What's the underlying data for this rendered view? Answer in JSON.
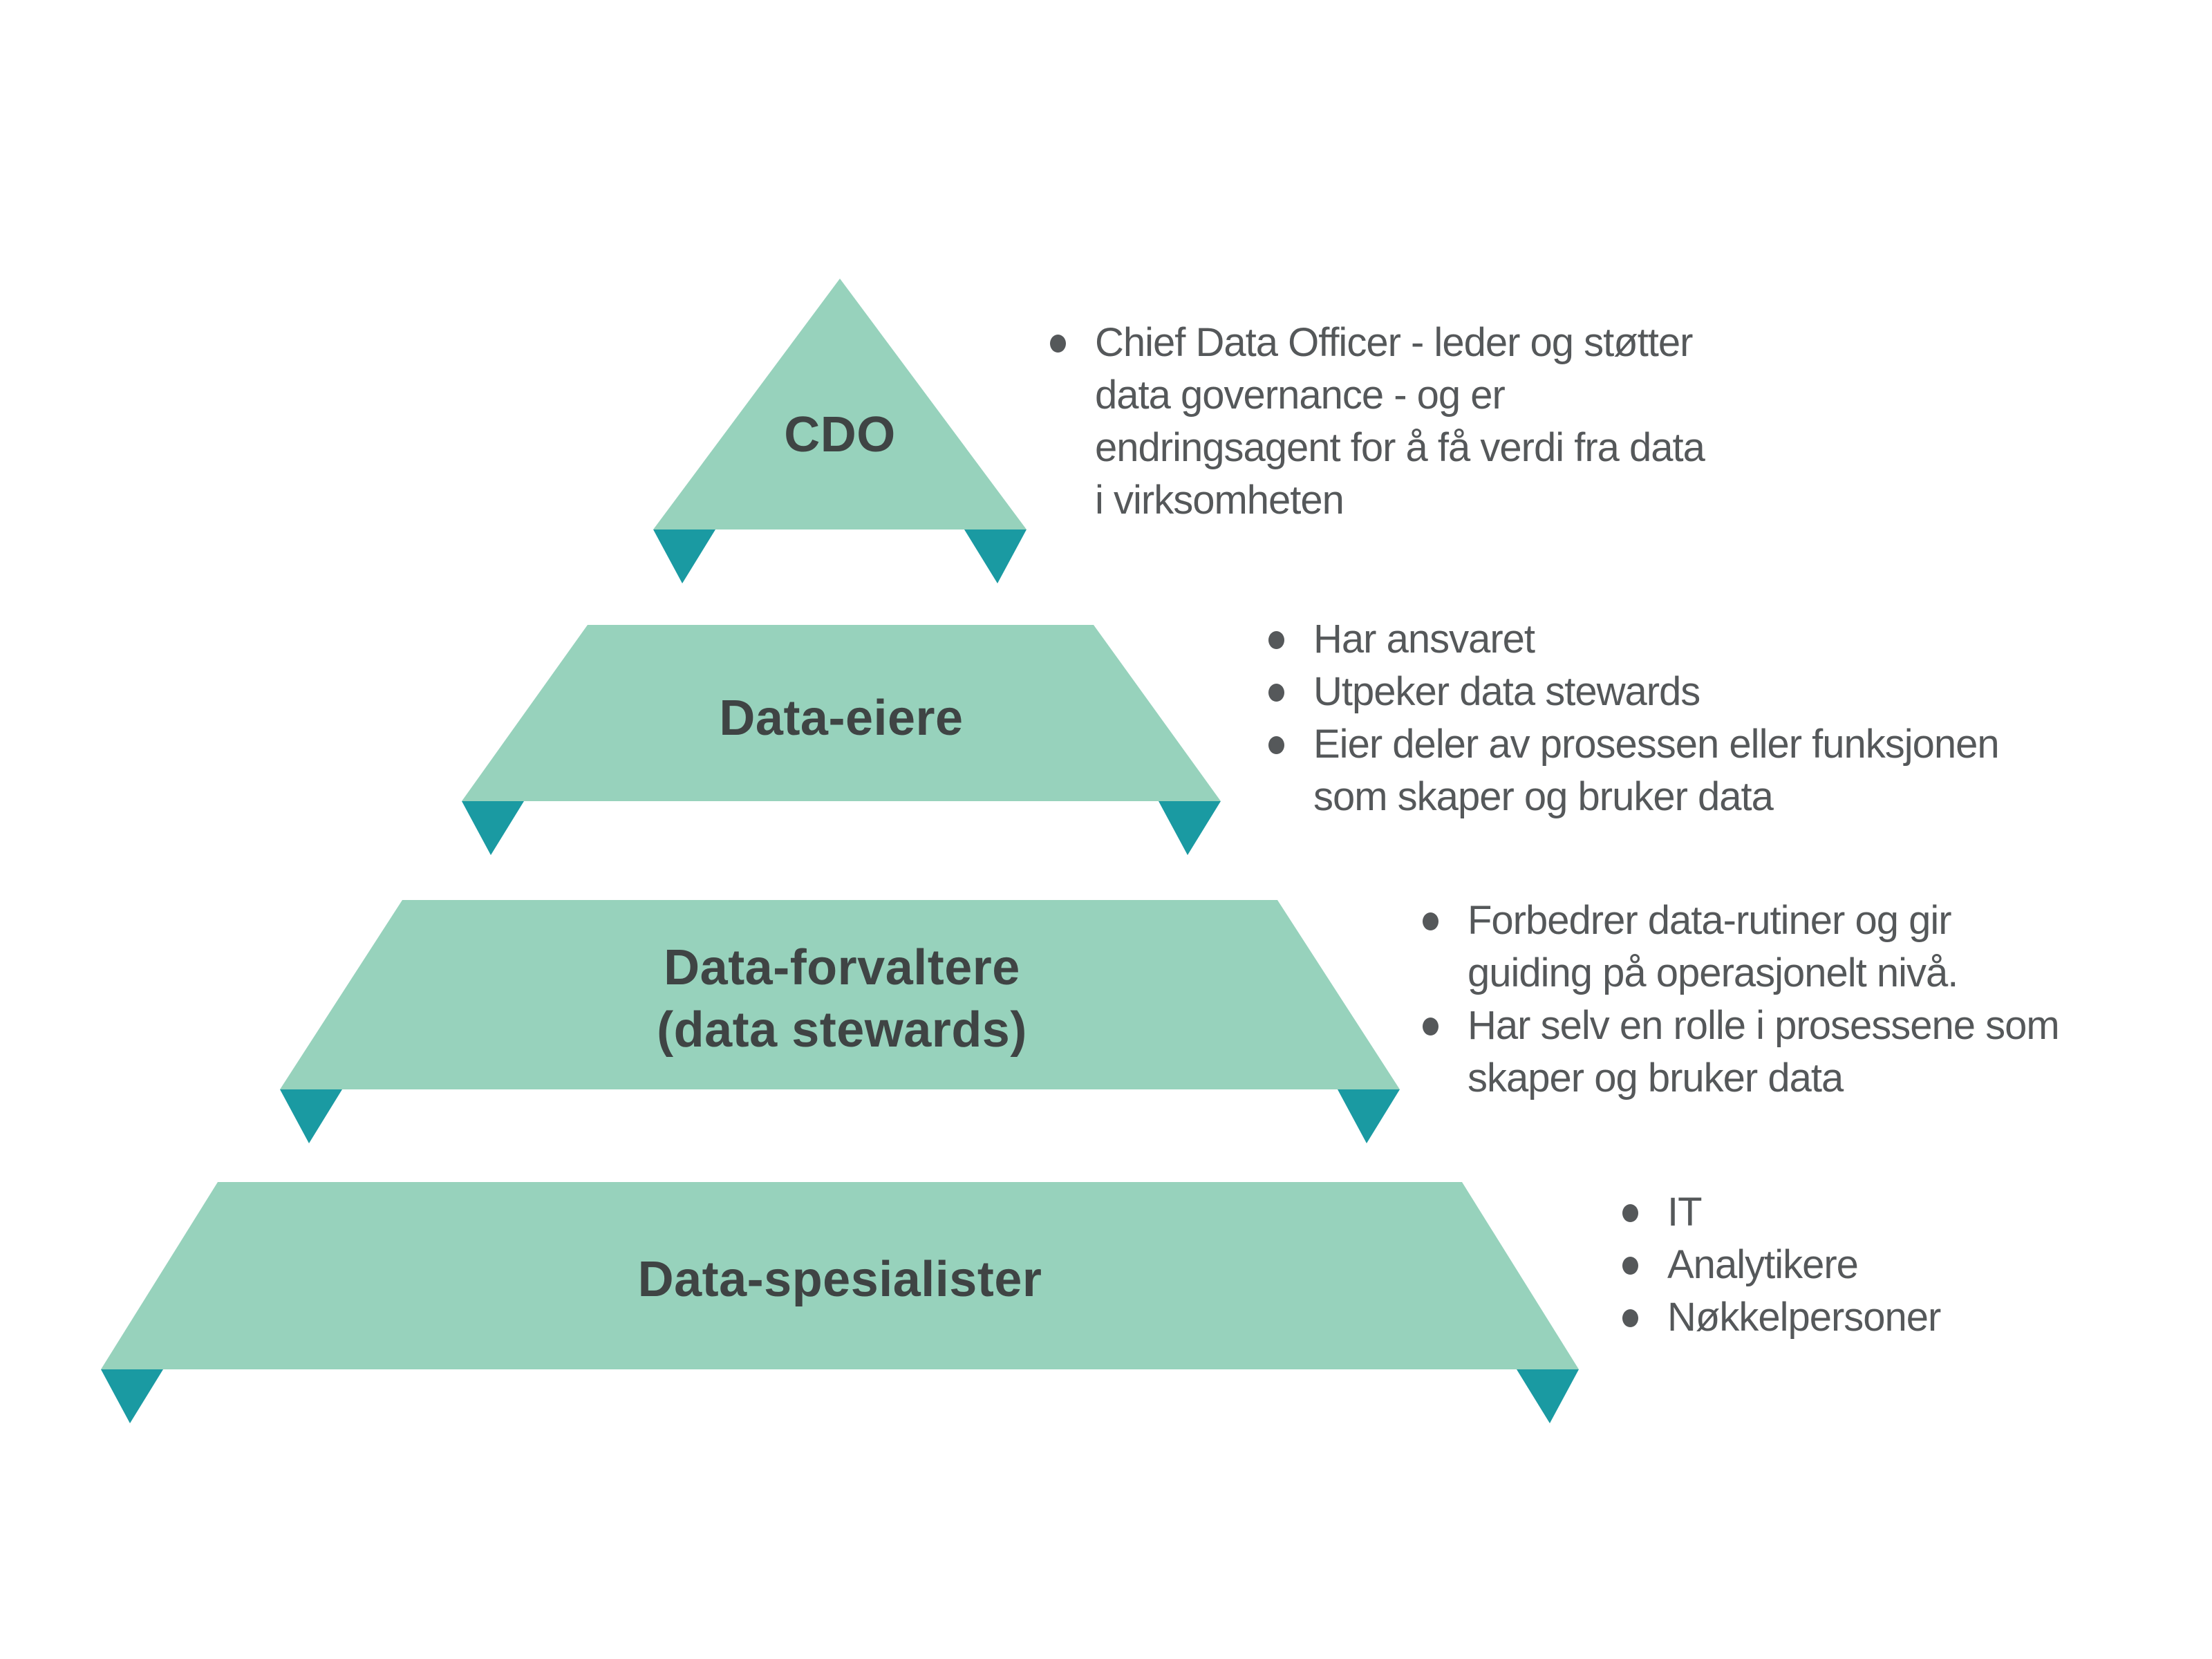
{
  "background": "#ffffff",
  "colors": {
    "tier_fill": "#97d2bc",
    "fold_accent": "#1a9aa2",
    "heading_text": "#3f4444",
    "body_text": "#55585a"
  },
  "diagram": {
    "type": "pyramid",
    "levels": 4
  },
  "tiers": [
    {
      "id": "cdo",
      "label": "CDO",
      "bullets": [
        "Chief Data Officer - leder og støtter\ndata governance - og er\nendringsagent for å få verdi fra data\ni virksomheten"
      ]
    },
    {
      "id": "data-eiere",
      "label": "Data-eiere",
      "bullets": [
        "Har ansvaret",
        "Utpeker data stewards",
        "Eier deler av prosessen eller funksjonen\nsom skaper og bruker data"
      ]
    },
    {
      "id": "data-forvaltere",
      "label": "Data-forvaltere\n(data stewards)",
      "bullets": [
        "Forbedrer data-rutiner og gir\nguiding på operasjonelt nivå.",
        "Har selv en rolle i prosessene som\nskaper og bruker data"
      ]
    },
    {
      "id": "data-spesialister",
      "label": "Data-spesialister",
      "bullets": [
        "IT",
        "Analytikere",
        "Nøkkelpersoner"
      ]
    }
  ]
}
